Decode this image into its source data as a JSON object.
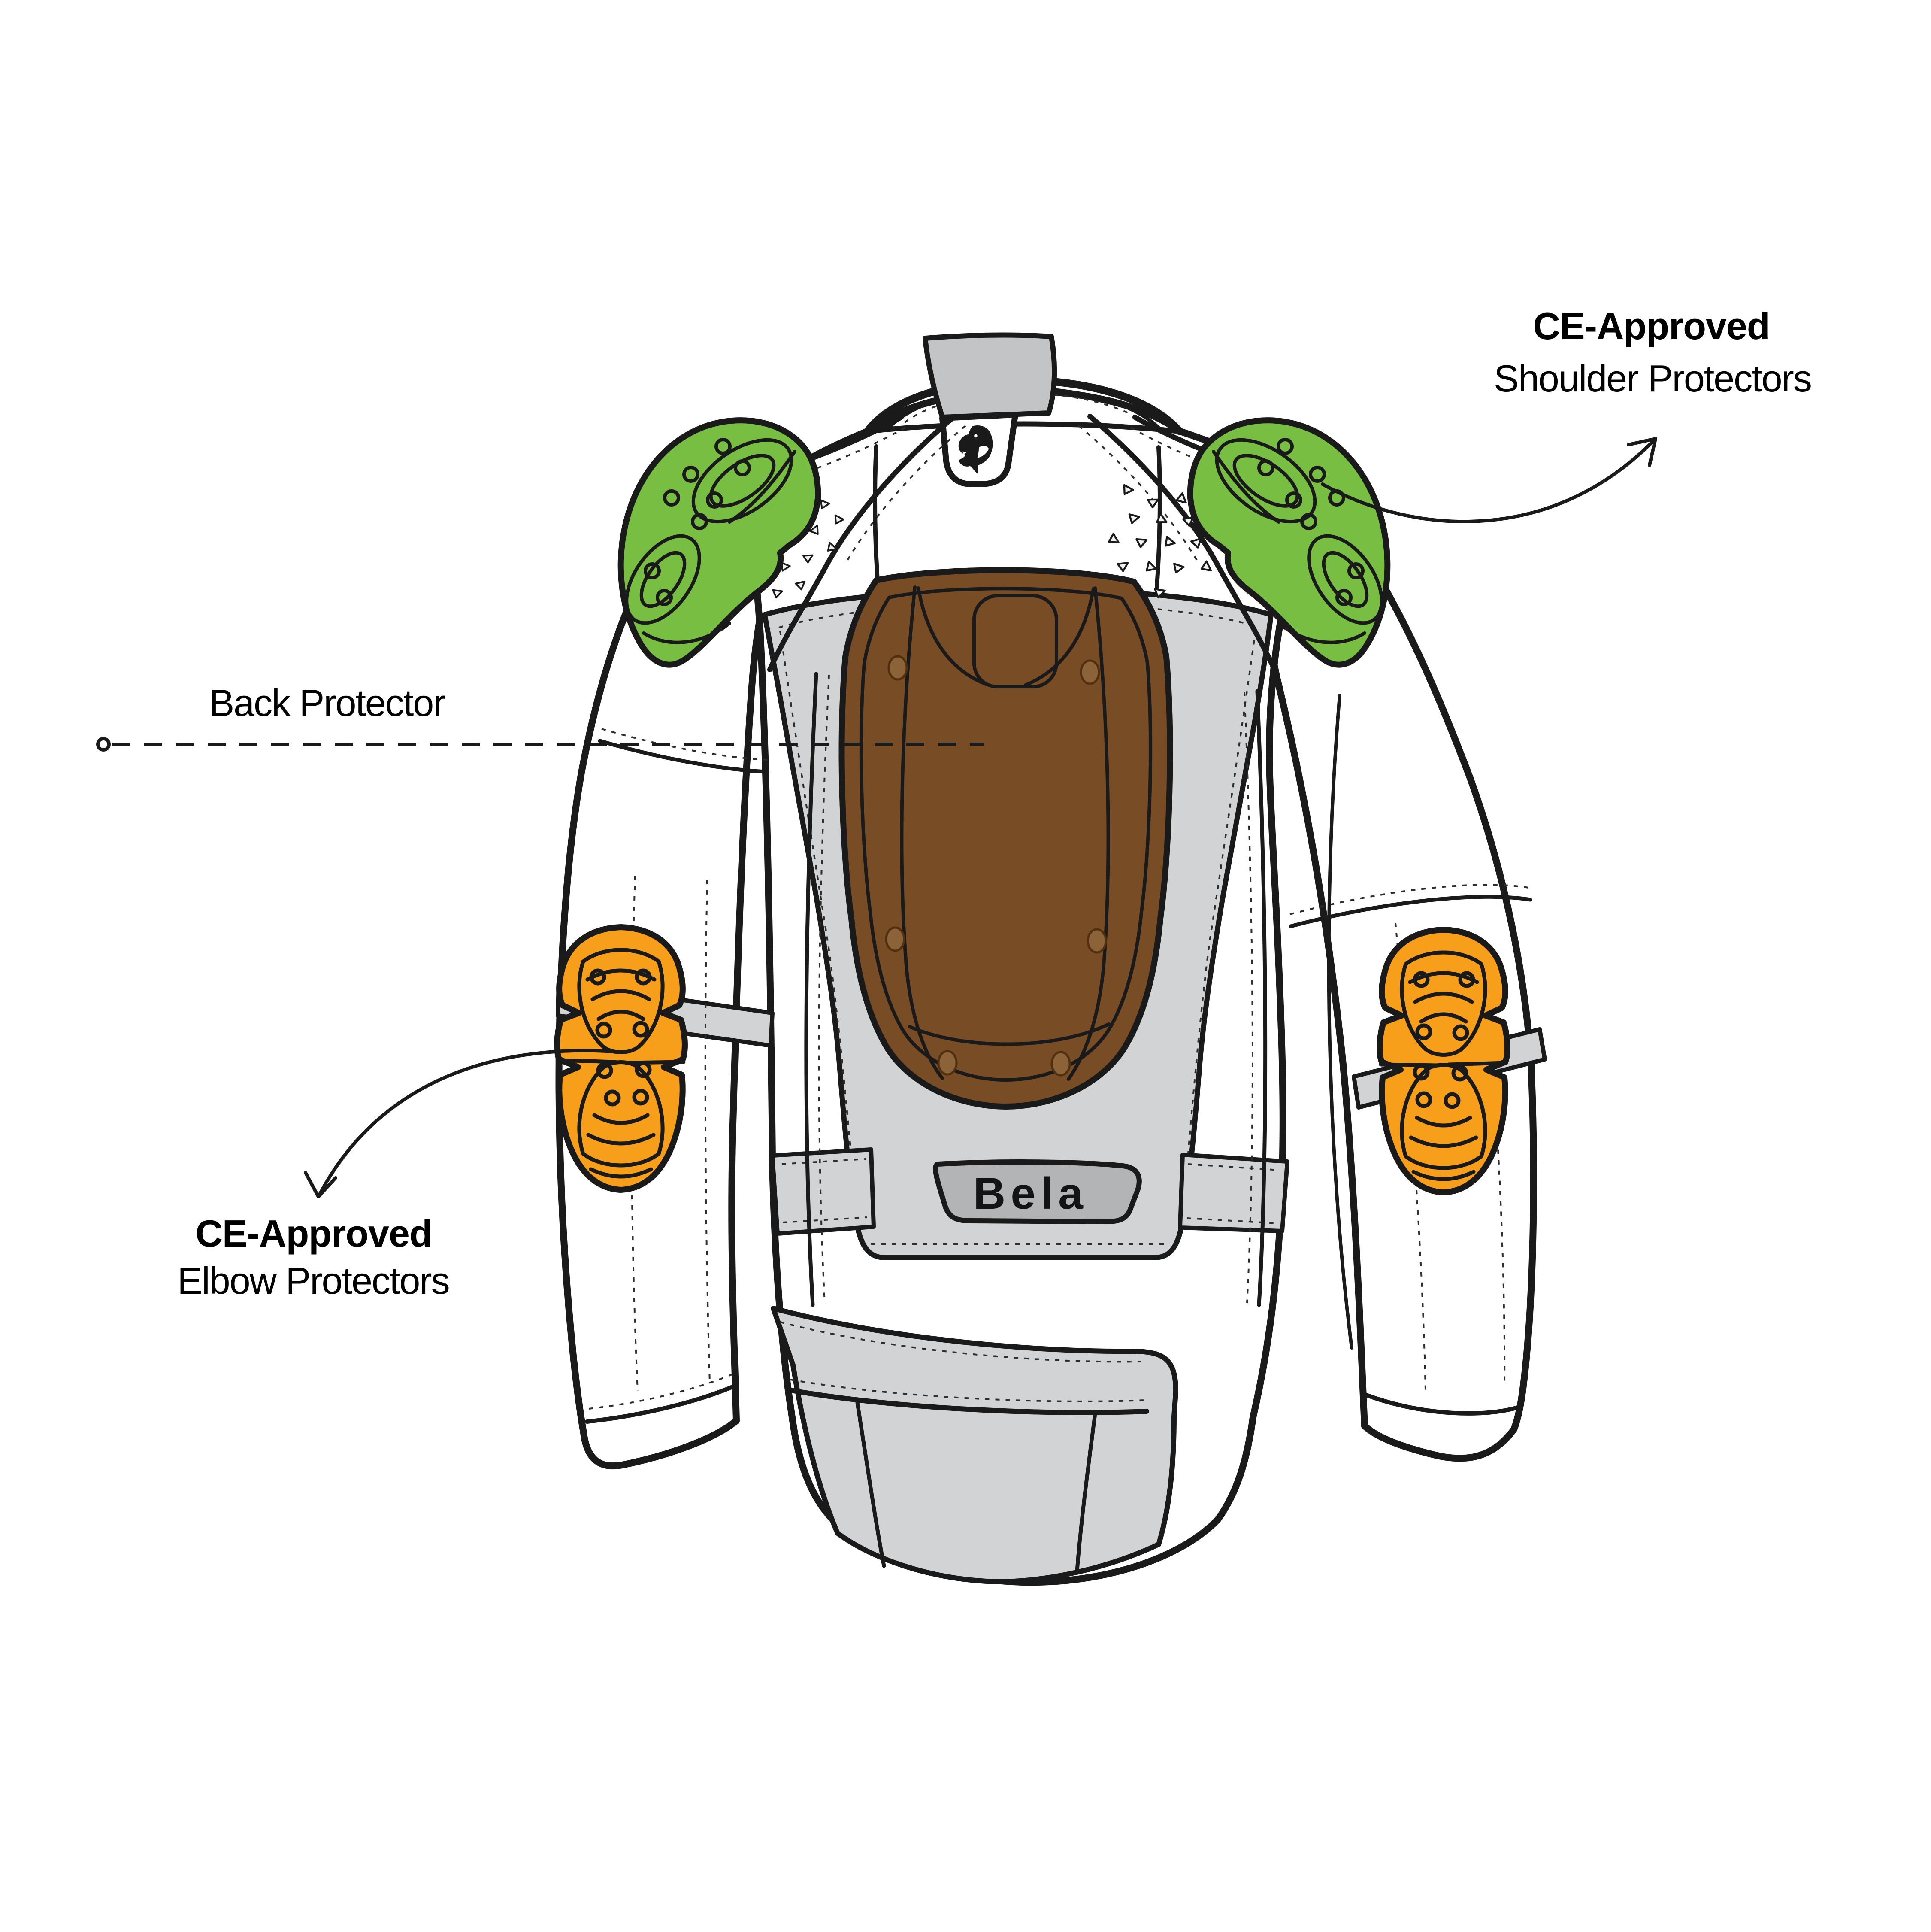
{
  "annotations": {
    "shoulder": {
      "title": "CE-Approved",
      "subtitle": "Shoulder Protectors"
    },
    "back": {
      "title": "Back Protector"
    },
    "elbow": {
      "title": "CE-Approved",
      "subtitle": "Elbow Protectors"
    }
  },
  "brand": {
    "wordmark": "Bela"
  },
  "icons": {
    "bear_logo": "roaring-bear-head silhouette on collar hanger tab",
    "leader_dot": "small open circle at start of dashed leader line"
  },
  "colors": {
    "paper": "#ffffff",
    "outline": "#1a1a1a",
    "stitch": "#2e2e2e",
    "label": "#000000",
    "shoulder_pad": "#77be43",
    "elbow_pad": "#f79e1b",
    "back_pad": "#784c24",
    "rivet": "#8c6239",
    "rivet_stroke": "#50300f",
    "panel_light": "#d2d3d5",
    "panel_mid": "#c3c4c6",
    "plate": "#b2b4b6",
    "tri_fill": "#f2f2f2"
  }
}
